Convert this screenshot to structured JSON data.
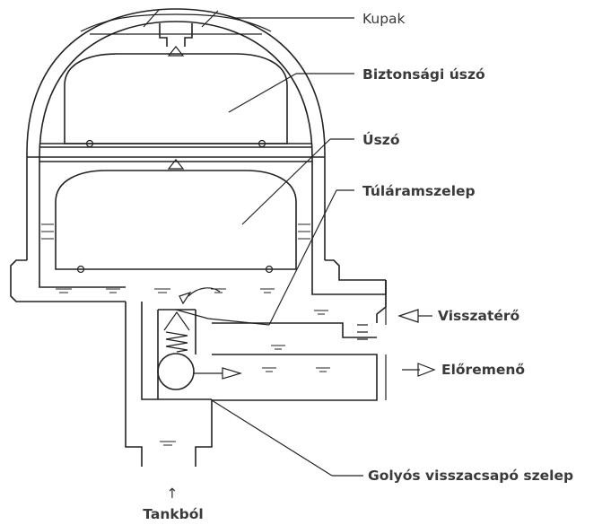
{
  "labels": {
    "cap": "Kupak",
    "safety_float": "Biztonsági úszó",
    "float": "Úszó",
    "overflow_valve": "Túláramszelep",
    "return": "Visszatérő",
    "flow": "Előremenő",
    "check_valve": "Golyós visszacsapó szelep",
    "from_tank": "Tankból"
  },
  "colors": {
    "line": "#222222",
    "text": "#3a3a3a",
    "background": "#ffffff"
  },
  "icons": {
    "arrow_up": "↑"
  }
}
